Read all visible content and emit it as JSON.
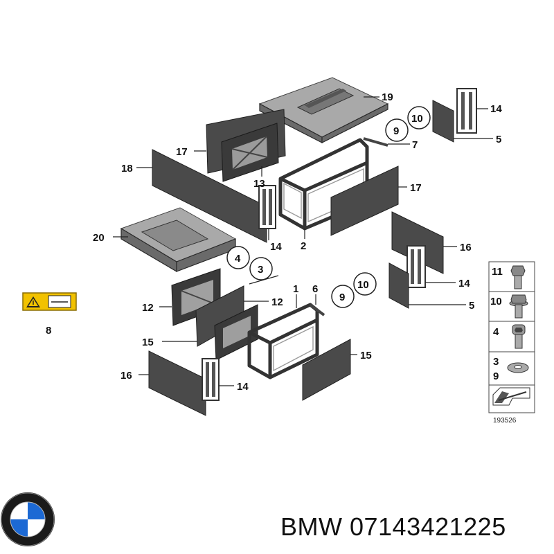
{
  "callouts": {
    "c19": "19",
    "c14a": "14",
    "c10a": "10",
    "c9a": "9",
    "c7": "7",
    "c5a": "5",
    "c17a": "17",
    "c18": "18",
    "c13": "13",
    "c17b": "17",
    "c20": "20",
    "c14b": "14",
    "c2": "2",
    "c16a": "16",
    "c4": "4",
    "c3": "3",
    "c14c": "14",
    "c8": "8",
    "c12a": "12",
    "c12b": "12",
    "c1": "1",
    "c6": "6",
    "c9b": "9",
    "c10b": "10",
    "c5b": "5",
    "c15a": "15",
    "c15b": "15",
    "c16b": "16",
    "c14d": "14"
  },
  "legend": {
    "items": [
      {
        "label": "11",
        "icon": "hex-bolt-icon"
      },
      {
        "label": "10",
        "icon": "hex-flange-bolt-icon"
      },
      {
        "label": "4",
        "icon": "socket-screw-icon"
      },
      {
        "label": "3\n9",
        "label_top": "3",
        "label_bottom": "9",
        "icon": "washer-icon"
      }
    ],
    "footer_icon": "arrow-direction-icon"
  },
  "diagram_id": "193526",
  "warning_icon": "electrical-warning-label-icon",
  "brand": {
    "logo": "bmw-roundel-logo",
    "title": "BMW 07143421225"
  }
}
